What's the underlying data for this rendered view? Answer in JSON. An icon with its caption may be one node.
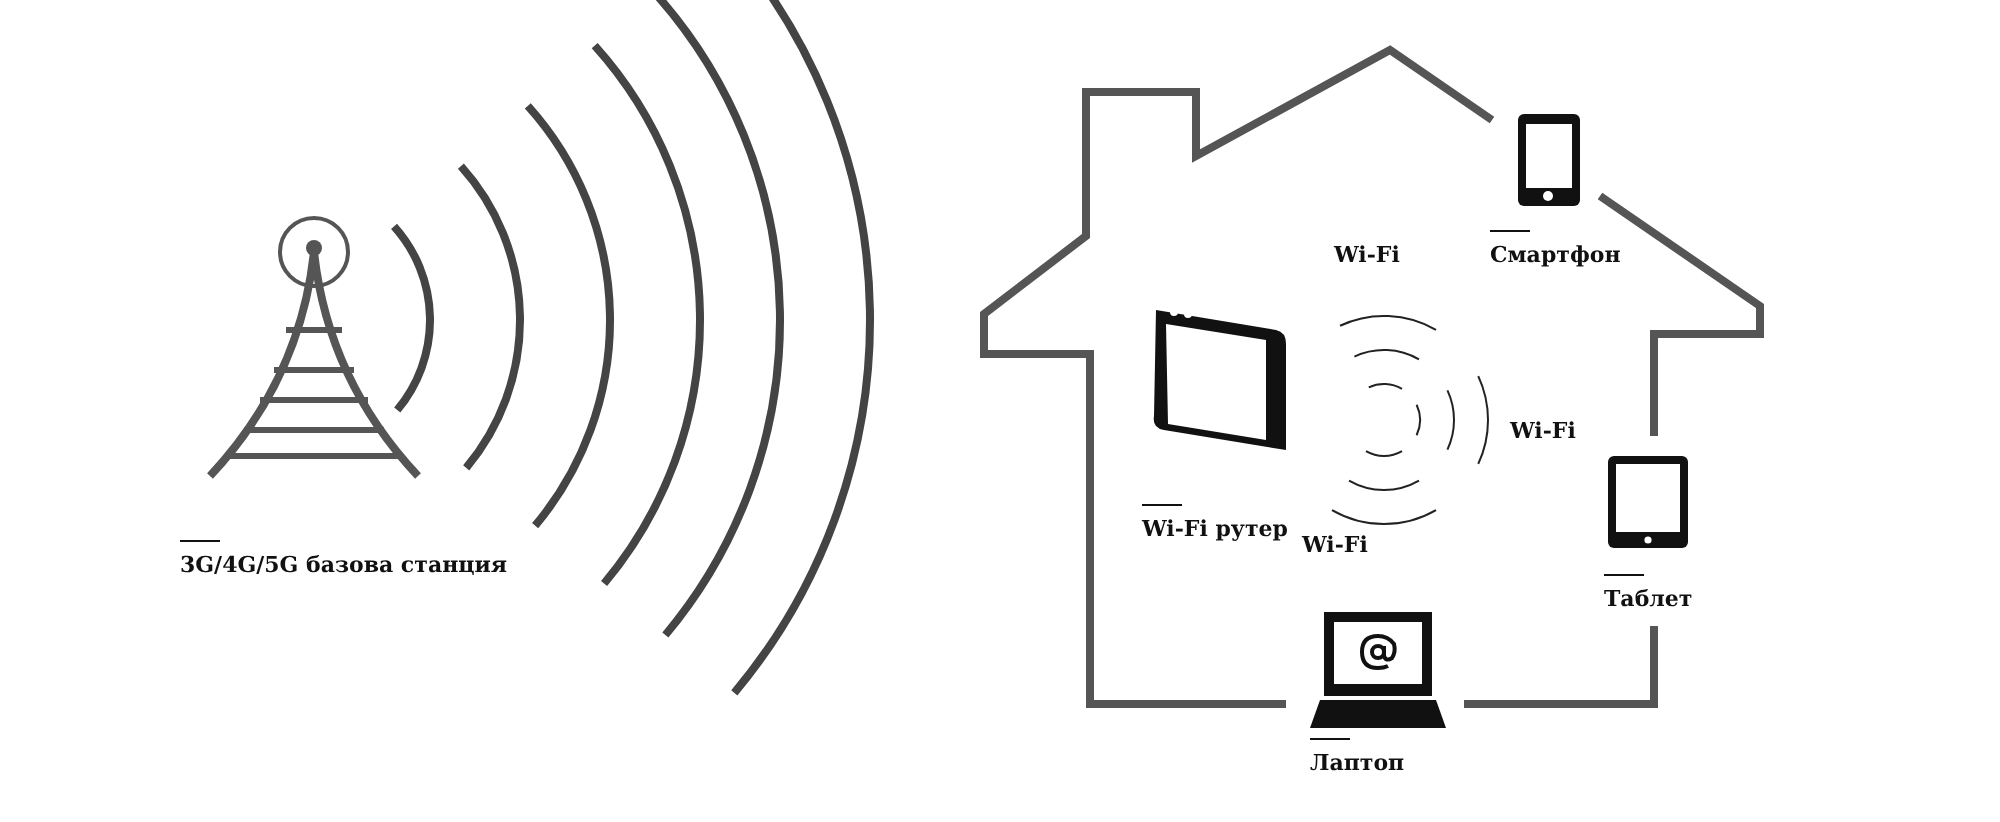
{
  "diagram": {
    "labels": [
      "Wi-Fi",
      "Смартфон",
      "Wi-Fi",
      "Wi-Fi рутер",
      "Wi-Fi",
      "3G/4G/5G базова станция",
      "Таблет",
      "Лаптоп"
    ]
  }
}
